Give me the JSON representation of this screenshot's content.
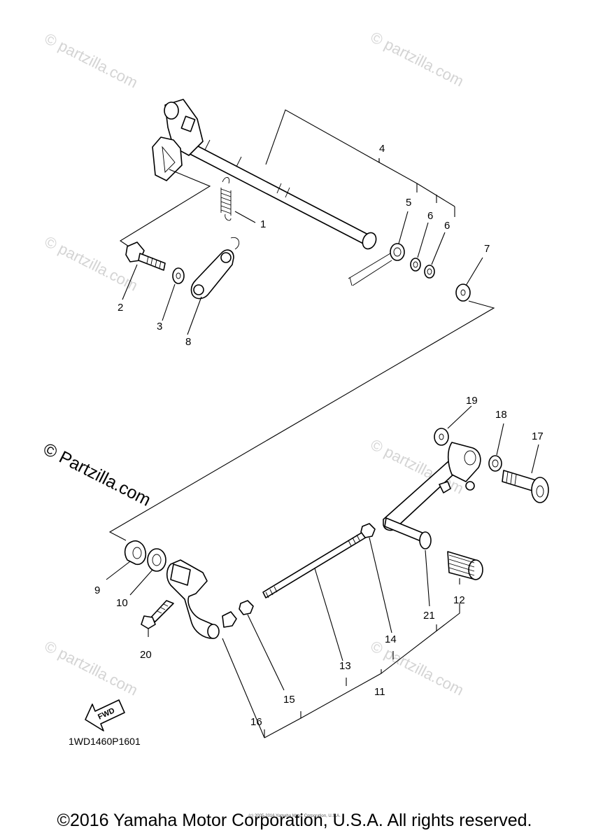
{
  "watermarks": {
    "text": "© partzilla.com",
    "big_text": "© Partzilla.com"
  },
  "diagram": {
    "code": "1WD1460P1601",
    "fwd_label": "FWD",
    "callouts": [
      "1",
      "2",
      "3",
      "4",
      "5",
      "6",
      "6",
      "7",
      "8",
      "9",
      "10",
      "11",
      "12",
      "13",
      "14",
      "15",
      "16",
      "17",
      "18",
      "19",
      "20",
      "21"
    ]
  },
  "footer": {
    "copyright": "©2016 Yamaha Motor Corporation, U.S.A. All rights reserved.",
    "small_copyright": "(c) 2005-2016 Yamaha Motor Corporation, U.S.A."
  },
  "colors": {
    "line": "#000000",
    "watermark": "#d4d4d4",
    "background": "#ffffff"
  }
}
